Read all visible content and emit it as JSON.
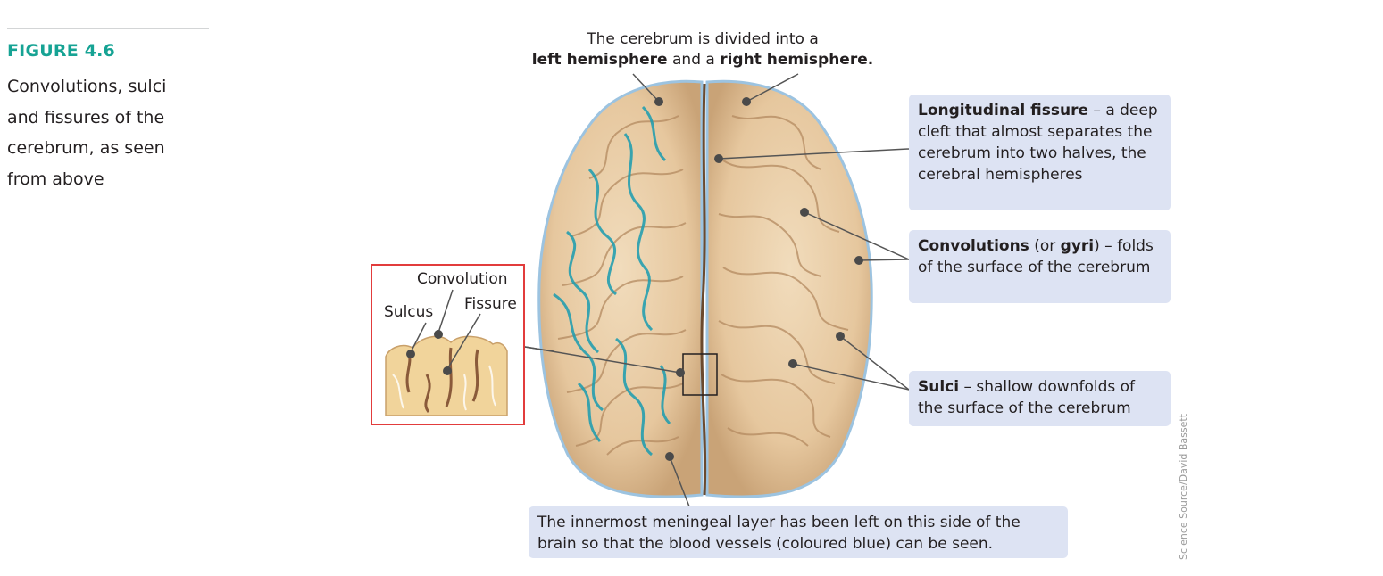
{
  "figure": {
    "label": "FIGURE 4.6",
    "caption": "Convolutions, sulci and fissures of the cerebrum, as seen from above"
  },
  "top_callout": {
    "line1": "The cerebrum is divided into a",
    "left_hemisphere": "left hemisphere",
    "and": " and a ",
    "right_hemisphere": "right hemisphere."
  },
  "callouts": {
    "longitudinal": {
      "term": "Longitudinal fissure",
      "text": " – a deep cleft that almost separates the cerebrum into two halves, the cerebral hemispheres"
    },
    "convolutions": {
      "term": "Convolutions",
      "mid": " (or ",
      "term2": "gyri",
      "text": ") – folds of the surface of the cerebrum"
    },
    "sulci": {
      "term": "Sulci",
      "text": " – shallow downfolds of the surface of the cerebrum"
    },
    "meningeal": {
      "text": "The innermost meningeal layer has been left on this side of the brain so that the blood vessels (coloured blue) can be seen."
    }
  },
  "inset": {
    "convolution": "Convolution",
    "sulcus": "Sulcus",
    "fissure": "Fissure"
  },
  "credit": "Science Source/David Bassett",
  "colors": {
    "figure_label": "#16a394",
    "callout_fill": "#dde3f3",
    "inset_border": "#e23c3c",
    "vessels": "#1a9cb0",
    "brain": "#e8cba4"
  }
}
